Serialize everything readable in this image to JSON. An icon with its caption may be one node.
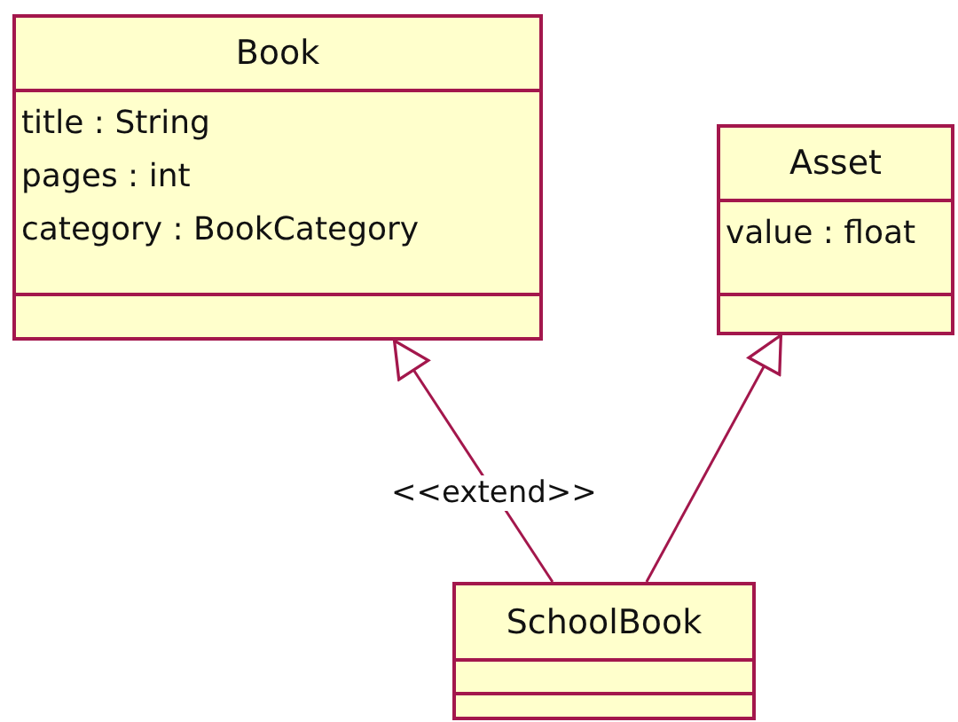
{
  "diagram": {
    "nodes": [
      {
        "text": [
          "Book",
          "title : String",
          "pages : int",
          "category : BookCategory"
        ]
      },
      {
        "text": [
          "Asset",
          "value : float"
        ]
      },
      {
        "text": [
          "SchoolBook"
        ]
      }
    ],
    "edges": [
      {
        "from": 2,
        "to": 0,
        "arrow": "to",
        "label": "<<extend>>"
      },
      {
        "from": 2,
        "to": 1,
        "arrow": "to"
      }
    ]
  }
}
